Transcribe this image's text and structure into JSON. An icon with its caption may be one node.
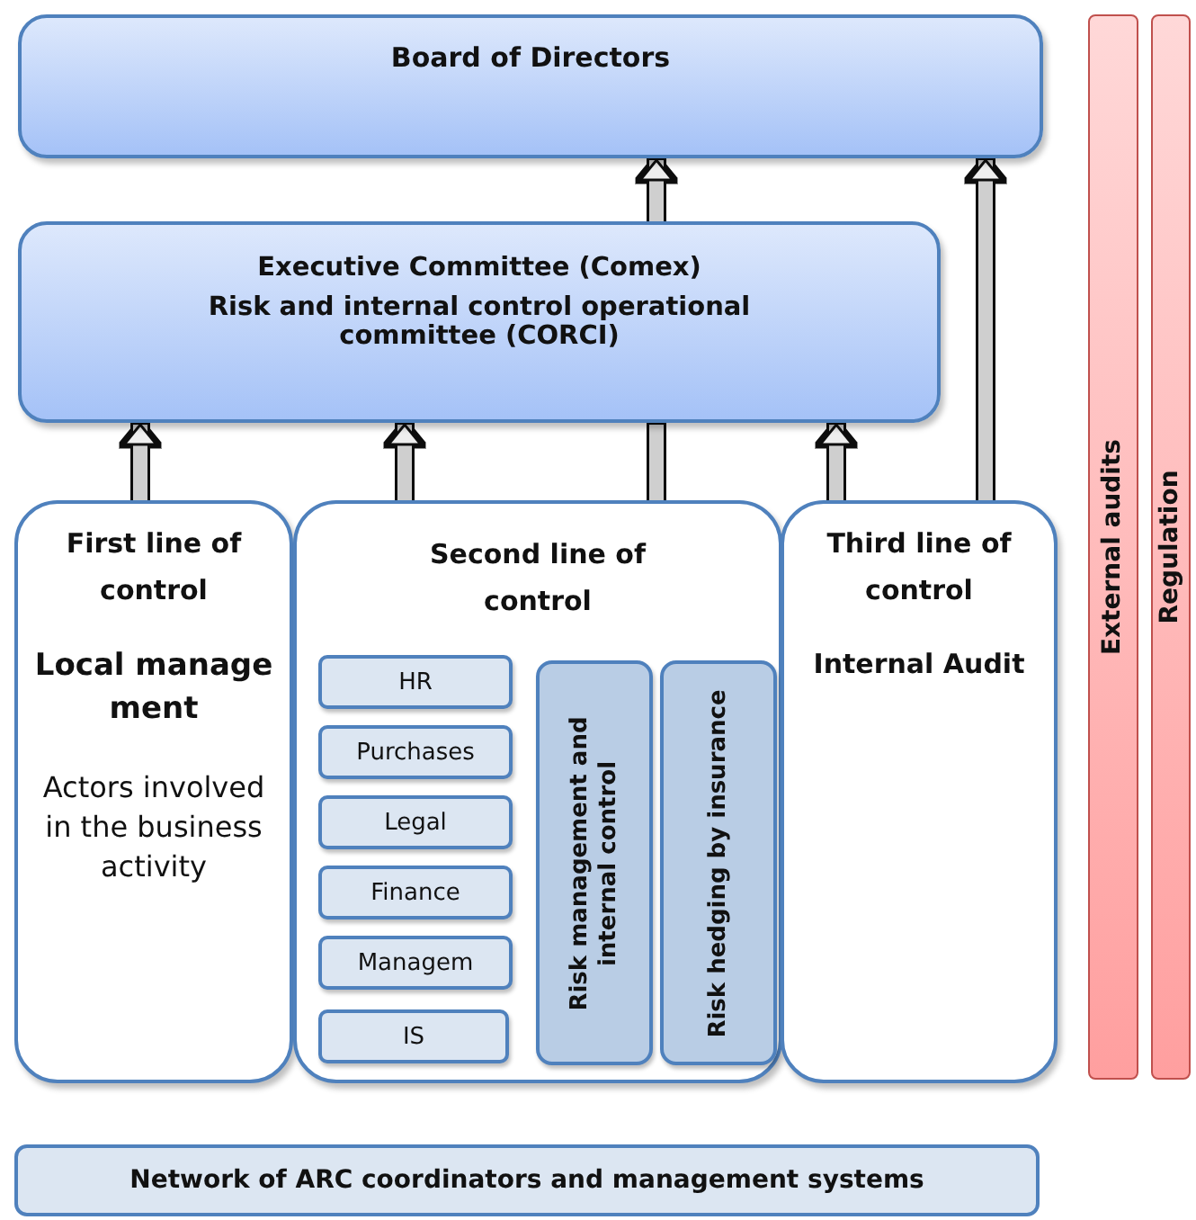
{
  "diagram": {
    "nodes": [
      {
        "text": [
          "Board of Directors"
        ]
      },
      {
        "text": [
          "Executive Committee (Comex)",
          "Risk and internal control operational committee (CORCI)"
        ]
      },
      {
        "text": [
          "First line of control",
          "Local management",
          "Actors involved in the business activity"
        ]
      },
      {
        "text": [
          "Second line of control"
        ]
      },
      {
        "text": [
          "HR"
        ],
        "in": 3
      },
      {
        "text": [
          "Purchases"
        ],
        "in": 3
      },
      {
        "text": [
          "Legal"
        ],
        "in": 3
      },
      {
        "text": [
          "Finance"
        ],
        "in": 3
      },
      {
        "text": [
          "Managem"
        ],
        "in": 3
      },
      {
        "text": [
          "IS"
        ],
        "in": 3
      },
      {
        "text": [
          "Risk management and internal control"
        ],
        "in": 3
      },
      {
        "text": [
          "Risk hedging by insurance"
        ],
        "in": 3
      },
      {
        "text": [
          "Third line of control",
          "Internal Audit"
        ]
      },
      {
        "text": [
          "External audits"
        ]
      },
      {
        "text": [
          "Regulation"
        ]
      },
      {
        "text": [
          "Network of ARC coordinators and management systems"
        ]
      }
    ],
    "edges": [
      {
        "from": 2,
        "to": 1,
        "arrow": "to"
      },
      {
        "from": 3,
        "to": 1,
        "arrow": "to"
      },
      {
        "from": 3,
        "to": 1,
        "arrow": "none"
      },
      {
        "from": 1,
        "to": 0,
        "arrow": "to"
      },
      {
        "from": 12,
        "to": 1,
        "arrow": "to"
      },
      {
        "from": 12,
        "to": 0,
        "arrow": "to"
      }
    ]
  }
}
